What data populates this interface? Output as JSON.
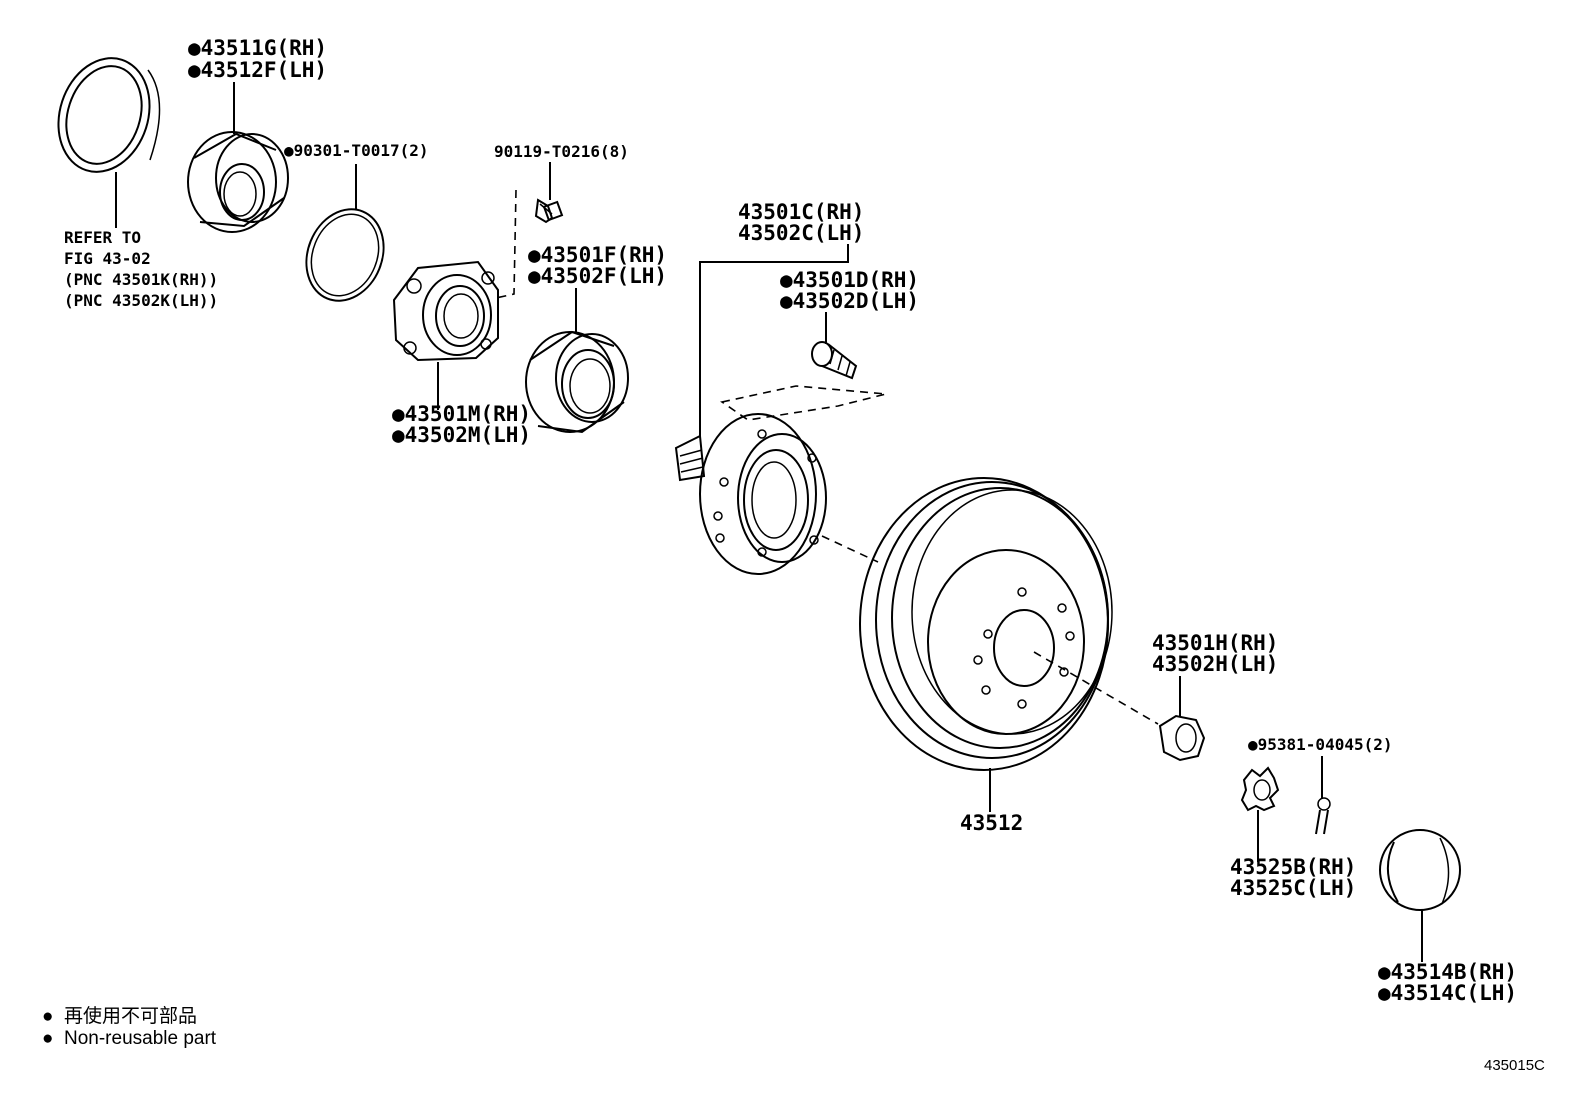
{
  "labels": {
    "ring_refer": [
      "REFER TO",
      "FIG 43-02",
      "(PNC 43501K(RH))",
      "(PNC 43502K(LH))"
    ],
    "seal_outer": [
      "●43511G(RH)",
      "●43512F(LH)"
    ],
    "o_ring": "●90301-T0017(2)",
    "bolt": "90119-T0216(8)",
    "bearing_housing": [
      "●43501M(RH)",
      "●43502M(LH)"
    ],
    "bearing": [
      "●43501F(RH)",
      "●43502F(LH)"
    ],
    "hub": [
      "43501C(RH)",
      "43502C(LH)"
    ],
    "hub_bolt": [
      "●43501D(RH)",
      "●43502D(LH)"
    ],
    "disc": "43512",
    "nut": [
      "43501H(RH)",
      "43502H(LH)"
    ],
    "cotter_pin": "●95381-04045(2)",
    "nut_lock": [
      "43525B(RH)",
      "43525C(LH)"
    ],
    "grease_cap": [
      "●43514B(RH)",
      "●43514C(LH)"
    ]
  },
  "legend": {
    "bullet": "●",
    "line_ja": "再使用不可部品",
    "line_en": "Non-reusable part"
  },
  "figure_code": "435015C"
}
